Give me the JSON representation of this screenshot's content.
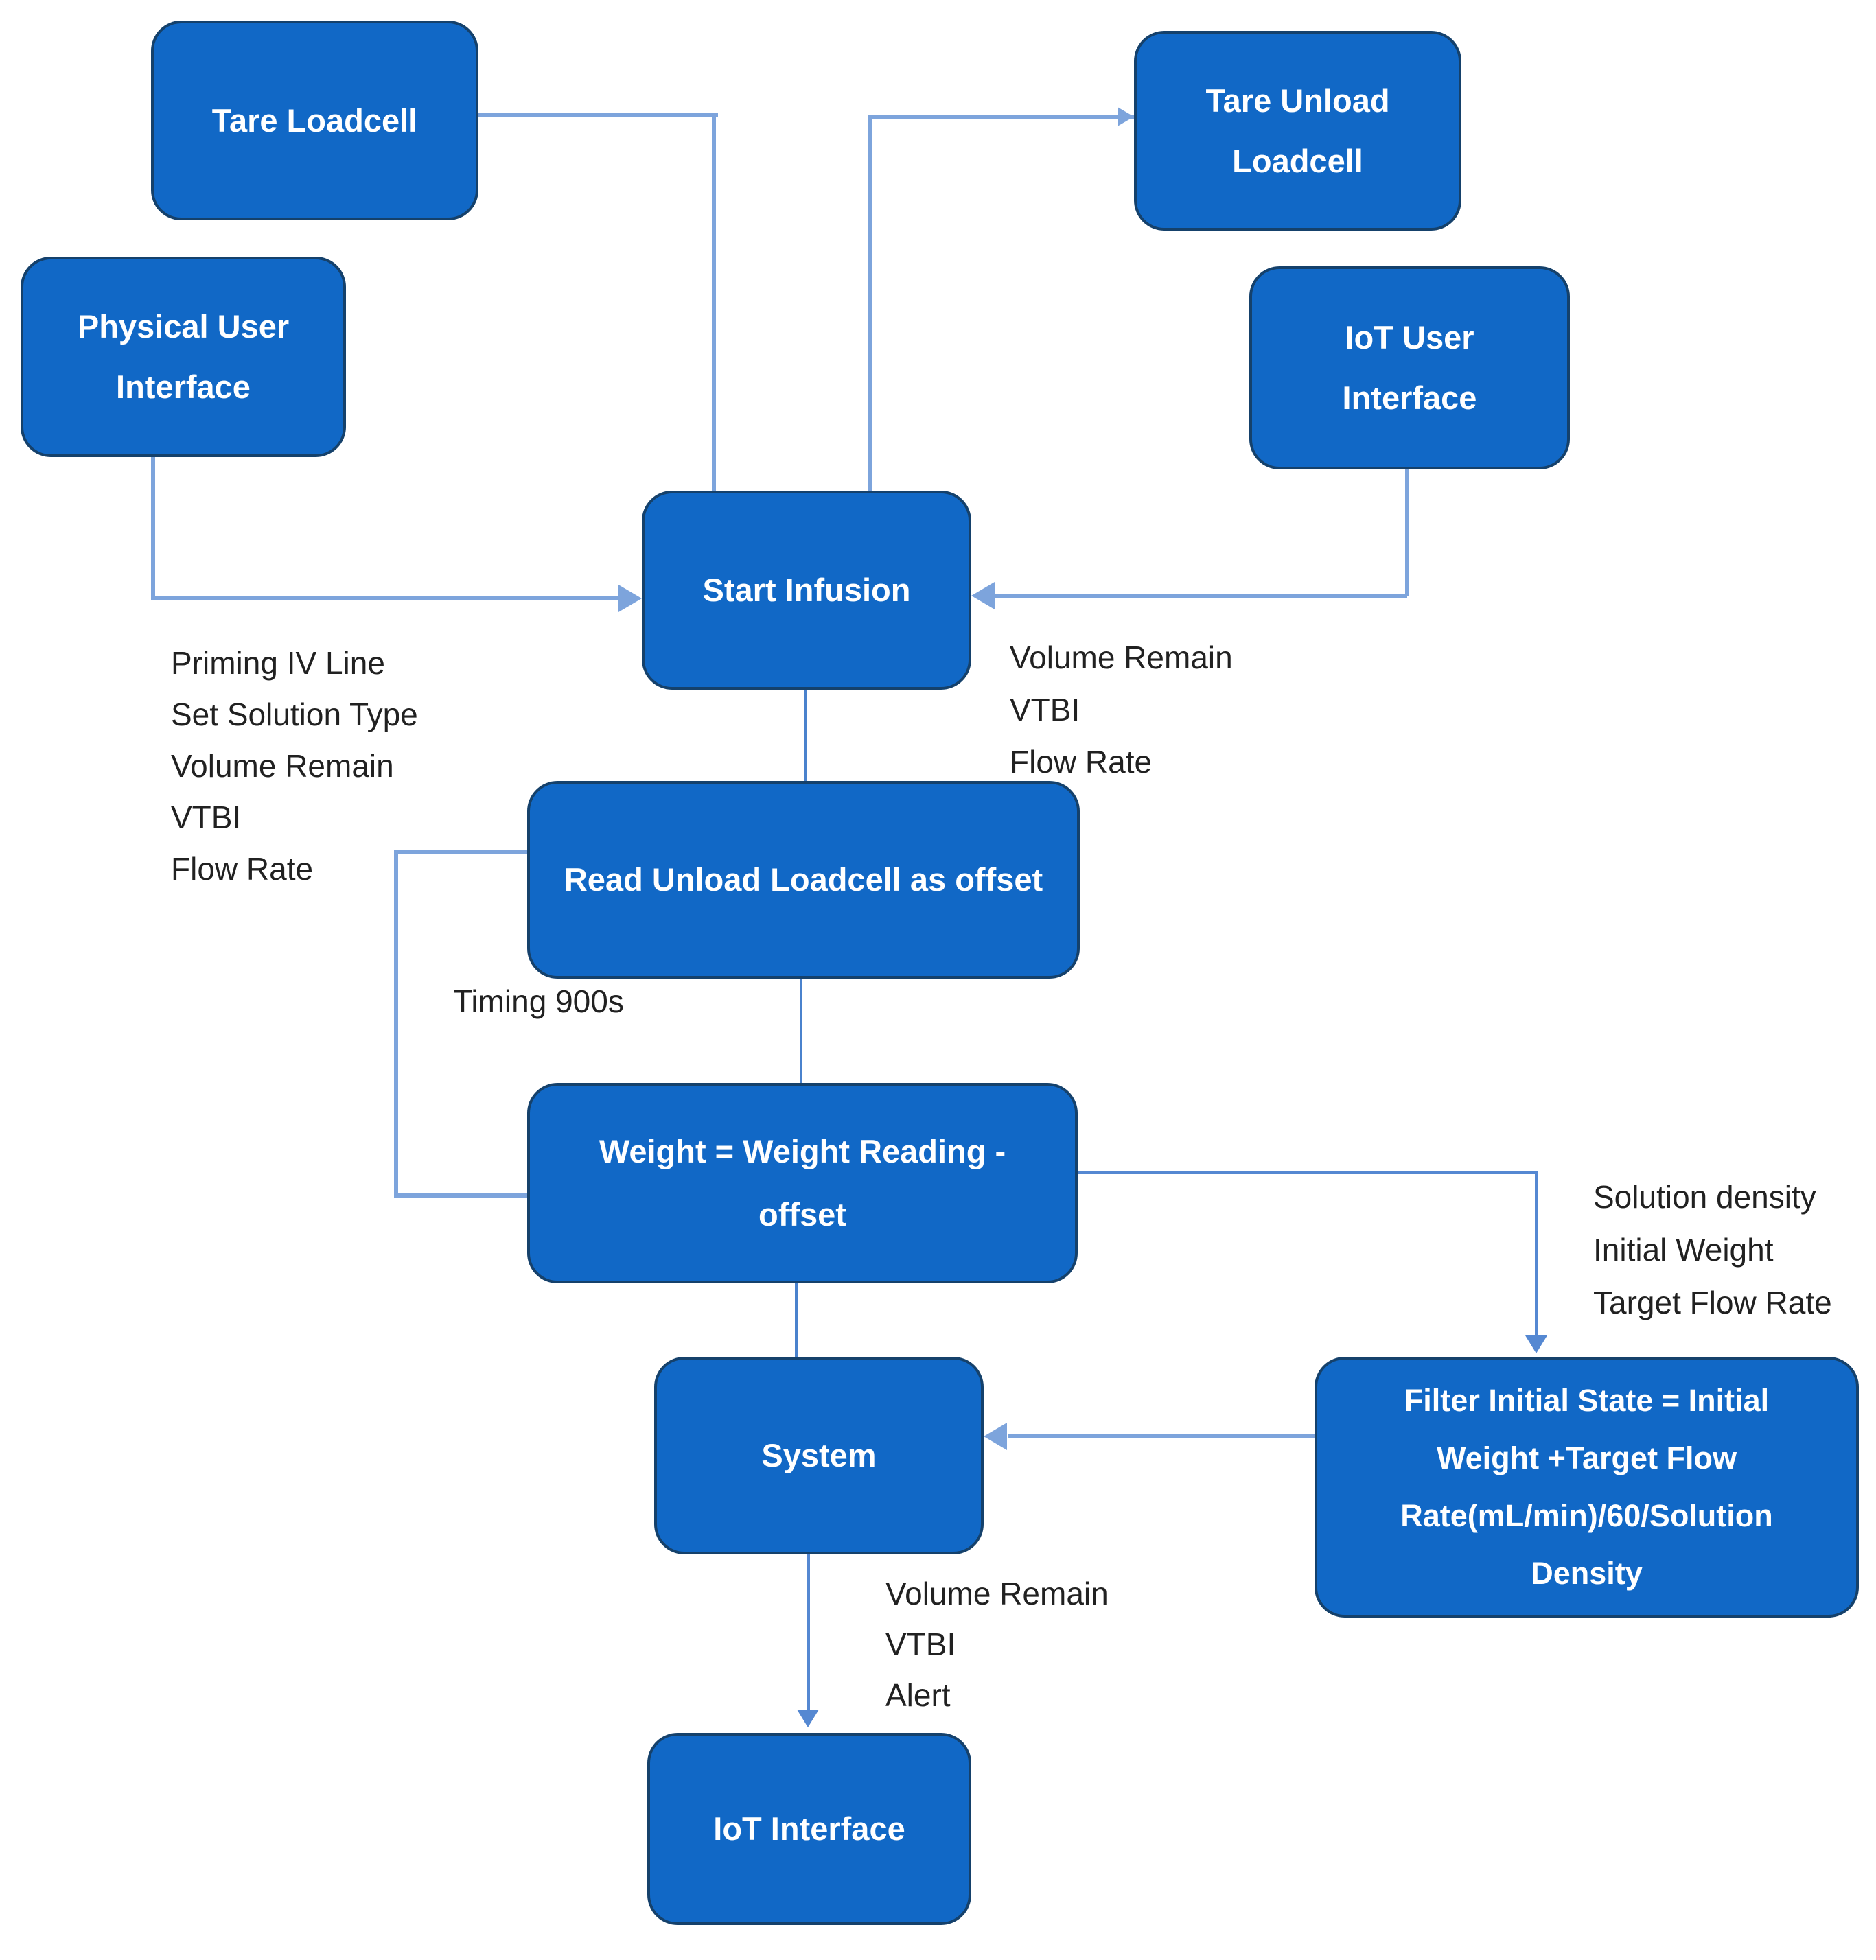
{
  "colors": {
    "bg": "#ffffff",
    "node_fill": "#1168c6",
    "node_border": "#15416b",
    "node_text": "#ffffff",
    "edge_thick": "#7da4dc",
    "edge_med": "#5588d2",
    "edge_thin": "#4a82cd",
    "label_text": "#212121"
  },
  "diagram": {
    "type": "flowchart",
    "nodes": [
      {
        "id": "tare-loadcell",
        "lines": [
          "Tare Loadcell"
        ]
      },
      {
        "id": "physical-user-interface",
        "lines": [
          "Physical User",
          "Interface"
        ]
      },
      {
        "id": "tare-unload-loadcell",
        "lines": [
          "Tare Unload",
          "Loadcell"
        ]
      },
      {
        "id": "iot-user-interface",
        "lines": [
          "IoT User",
          "Interface"
        ]
      },
      {
        "id": "start-infusion",
        "lines": [
          "Start Infusion"
        ]
      },
      {
        "id": "read-unload-loadcell-as-offset",
        "lines": [
          "Read Unload Loadcell as offset"
        ]
      },
      {
        "id": "weight-equals-weight-reading-minus-offset",
        "lines": [
          "Weight = Weight Reading -",
          "offset"
        ]
      },
      {
        "id": "system",
        "lines": [
          "System"
        ]
      },
      {
        "id": "filter-initial-state",
        "lines": [
          "Filter Initial State = Initial",
          "Weight +Target Flow",
          "Rate(mL/min)/60/Solution",
          "Density"
        ]
      },
      {
        "id": "iot-interface",
        "lines": [
          "IoT Interface"
        ]
      }
    ],
    "edge_labels": {
      "physical_ui_params": [
        "Priming IV Line",
        "Set Solution Type",
        "Volume Remain",
        "VTBI",
        "Flow Rate"
      ],
      "iot_ui_params": [
        "Volume Remain",
        "VTBI",
        "Flow Rate"
      ],
      "timing": "Timing 900s",
      "filter_inputs": [
        "Solution density",
        "Initial Weight",
        "Target Flow Rate"
      ],
      "system_outputs": [
        "Volume Remain",
        "VTBI",
        "Alert"
      ]
    }
  }
}
